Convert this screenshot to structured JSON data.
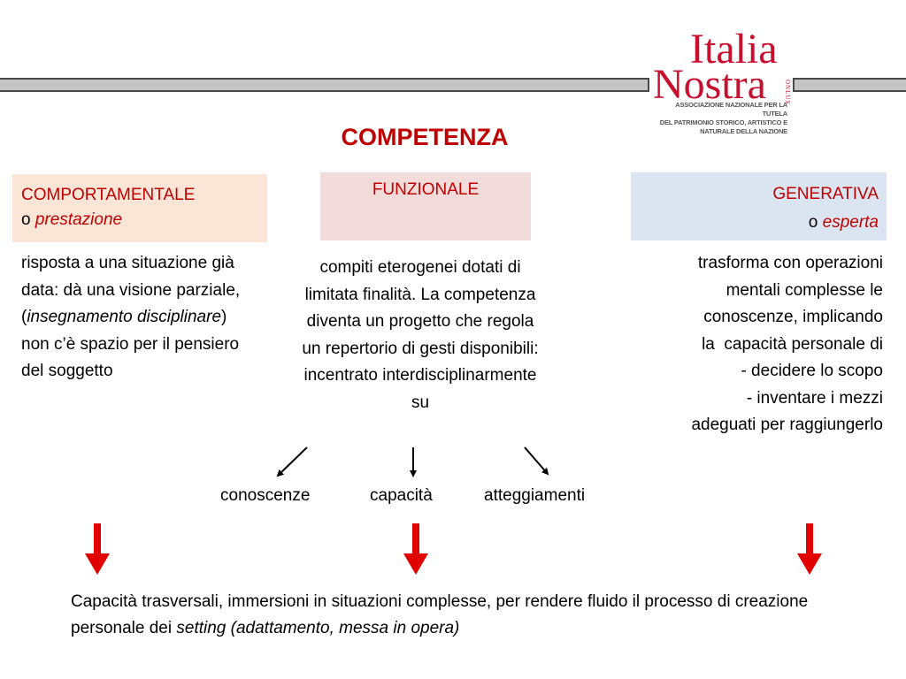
{
  "logo": {
    "line1": "Italia",
    "line2": "Nostra",
    "onlus": "ONLUS",
    "subtitle_lines": [
      "ASSOCIAZIONE NAZIONALE PER LA TUTELA",
      "DEL PATRIMONIO STORICO, ARTISTICO E",
      "NATURALE DELLA NAZIONE"
    ]
  },
  "title": "COMPETENZA",
  "boxes": {
    "left": {
      "line1": "COMPORTAMENTALE",
      "prefix": "o",
      "italic": "prestazione"
    },
    "middle": {
      "line1": "FUNZIONALE"
    },
    "right": {
      "line1": "GENERATIVA",
      "prefix": "o",
      "italic": "esperta"
    }
  },
  "descriptions": {
    "left": {
      "before": "risposta a una situazione già data: dà una visione parziale, (",
      "italic": "insegnamento disciplinare",
      "after": ") non c’è spazio per il pensiero del soggetto"
    },
    "middle": "compiti eterogenei dotati di limitata finalità. La competenza diventa un progetto che regola un repertorio di gesti disponibili: incentrato interdisciplinarmente su",
    "right_lines": [
      "trasforma con operazioni",
      "mentali complesse le",
      "conoscenze, implicando",
      "la  capacità personale di",
      "- decidere lo scopo",
      "- inventare i mezzi",
      "adeguati per raggiungerlo"
    ]
  },
  "sub_labels": [
    "conoscenze",
    "capacità",
    "atteggiamenti"
  ],
  "bottom": {
    "text": "Capacità trasversali, immersioni in situazioni complesse, per rendere fluido il processo di creazione personale dei ",
    "italic": "setting (adattamento, messa in opera)"
  },
  "colors": {
    "accent_red": "#c00000",
    "arrow_red": "#e00000",
    "box_left_bg": "#fbe5d6",
    "box_mid_bg": "#f2dcdb",
    "box_right_bg": "#dbe5f1",
    "logo_red": "#c8102e"
  },
  "icons": {
    "small_arrows": "black-arrow-icon",
    "big_arrows": "red-down-arrow-icon"
  }
}
